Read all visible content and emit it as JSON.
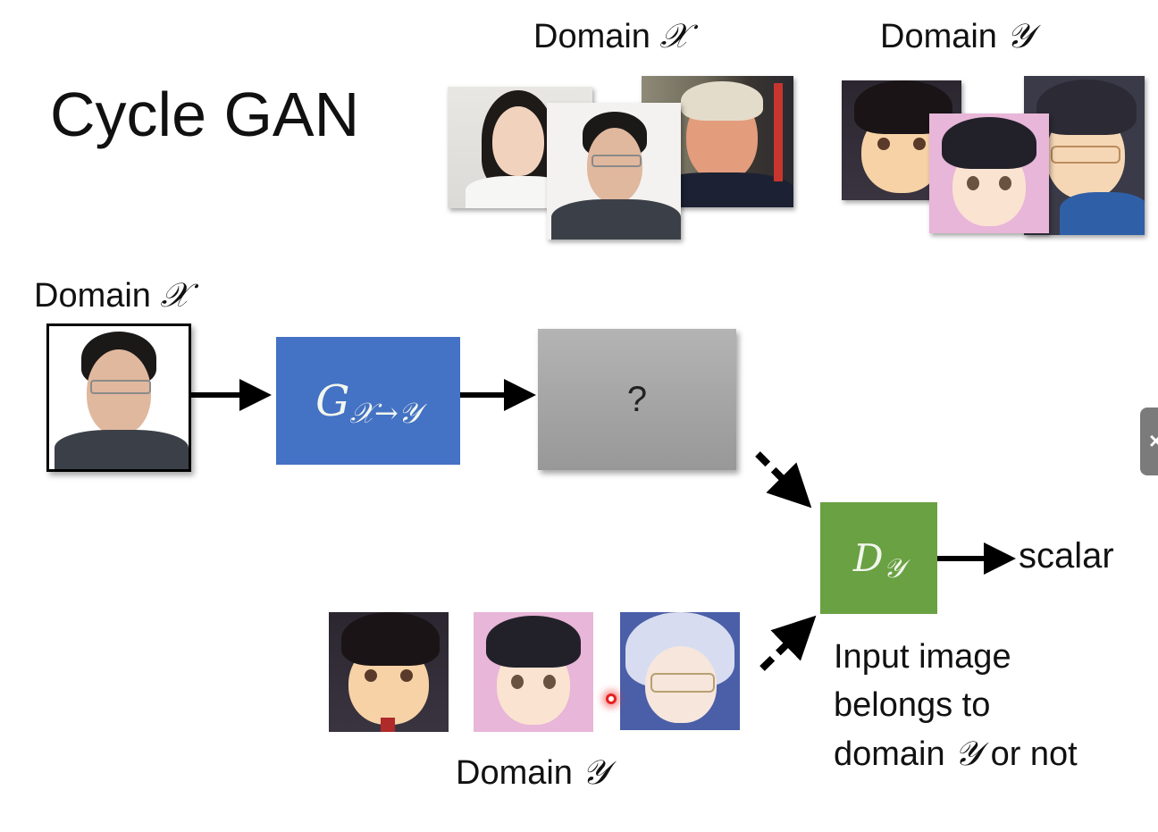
{
  "slide": {
    "title": "Cycle GAN",
    "top_domain_x": {
      "label": "Domain",
      "symbol": "𝒳",
      "images": [
        "real-face-woman-smiling",
        "real-face-man-glasses",
        "real-face-man-suit-shouting"
      ]
    },
    "top_domain_y": {
      "label": "Domain",
      "symbol": "𝒴",
      "images": [
        "anime-girl-hands-on-cheeks",
        "anime-girl-twin-tails",
        "anime-boy-glasses"
      ]
    },
    "input": {
      "label": "Domain",
      "symbol": "𝒳",
      "image": "real-face-man-glasses"
    },
    "generator": {
      "letter": "G",
      "subscript": "𝒳→𝒴",
      "color": "#4472c4"
    },
    "output_box": {
      "text": "?",
      "color": "#a6a6a6"
    },
    "discriminator": {
      "letter": "D",
      "subscript": "𝒴",
      "color": "#6aa143"
    },
    "output_label": "scalar",
    "description": {
      "line1": "Input image",
      "line2": "belongs to",
      "line3_prefix": "domain",
      "line3_symbol": "𝒴",
      "line3_suffix": "or not"
    },
    "bottom_domain_y": {
      "label": "Domain",
      "symbol": "𝒴",
      "images": [
        "anime-girl-hands-on-cheeks",
        "anime-girl-twin-tails",
        "anime-girl-white-hair-glasses"
      ]
    }
  },
  "overlay": {
    "side_button_icon": "close-icon",
    "side_button_glyph": "×",
    "laser_pointer": "laser-pointer"
  }
}
